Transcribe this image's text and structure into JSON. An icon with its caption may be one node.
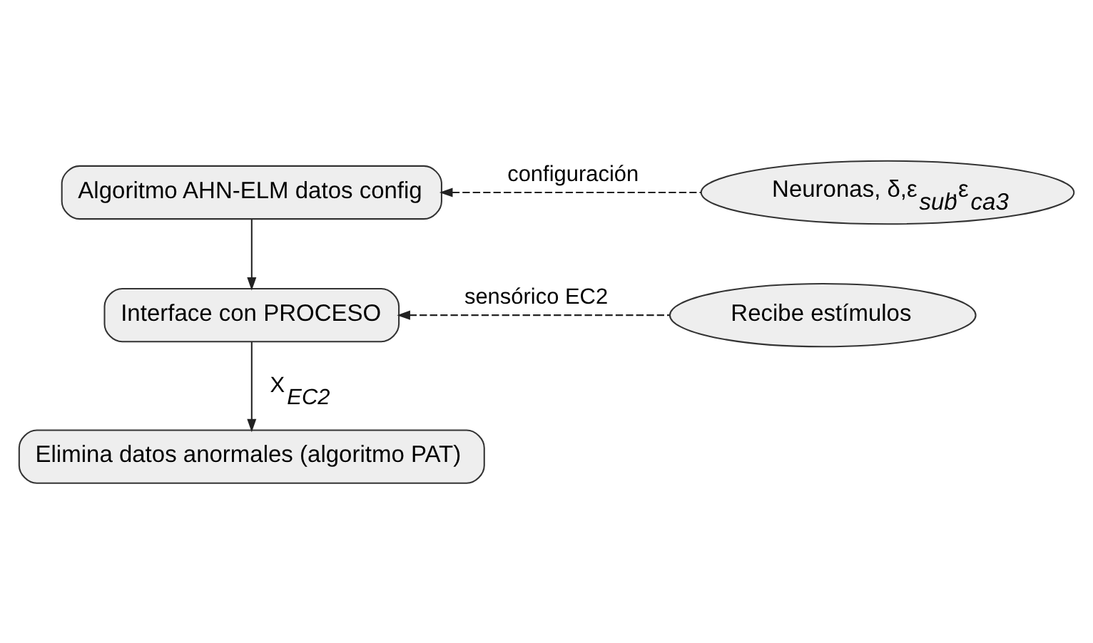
{
  "diagram": {
    "nodes": [
      {
        "text": [
          "Algoritmo AHN-ELM datos config"
        ]
      },
      {
        "text": [
          "Neuronas, δ,ε$_{sub}$,ε$_{ca3}$"
        ]
      },
      {
        "text": [
          "Interface con PROCESO"
        ]
      },
      {
        "text": [
          "Recibe estímulos"
        ]
      },
      {
        "text": [
          "Elimina datos anormales (algoritmo PAT)"
        ]
      }
    ],
    "edges": [
      {
        "from": 1,
        "to": 0,
        "arrow": "to",
        "style": "dashed",
        "label": "configuración"
      },
      {
        "from": 0,
        "to": 2,
        "arrow": "to"
      },
      {
        "from": 3,
        "to": 2,
        "arrow": "to",
        "style": "dashed",
        "label": "sensórico EC2"
      },
      {
        "from": 2,
        "to": 4,
        "arrow": "to",
        "label": "X$_{EC2}$"
      }
    ]
  }
}
